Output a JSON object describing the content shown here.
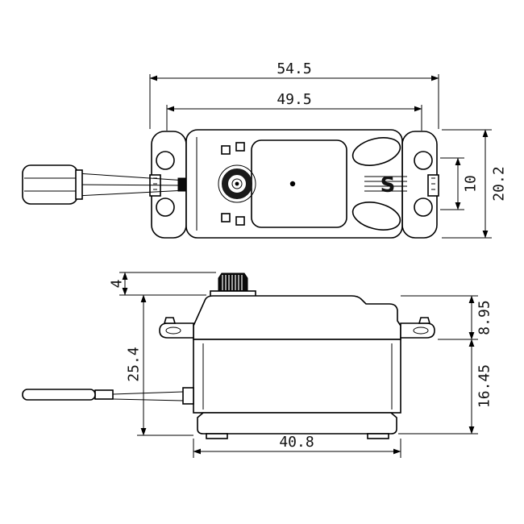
{
  "drawing": {
    "kind": "servo-dimension-drawing",
    "colors": {
      "background": "#ffffff",
      "line": "#000000",
      "spline_fill": "#0a0a0a"
    },
    "top_view": {
      "overall_width": "54.5",
      "mount_width": "49.5",
      "body_width": "20.2",
      "tab_height": "10",
      "logo_text": "S"
    },
    "side_view": {
      "spline_height": "4",
      "total_height": "25.4",
      "upper_height": "8.95",
      "lower_height": "16.45",
      "body_length": "40.8"
    }
  }
}
